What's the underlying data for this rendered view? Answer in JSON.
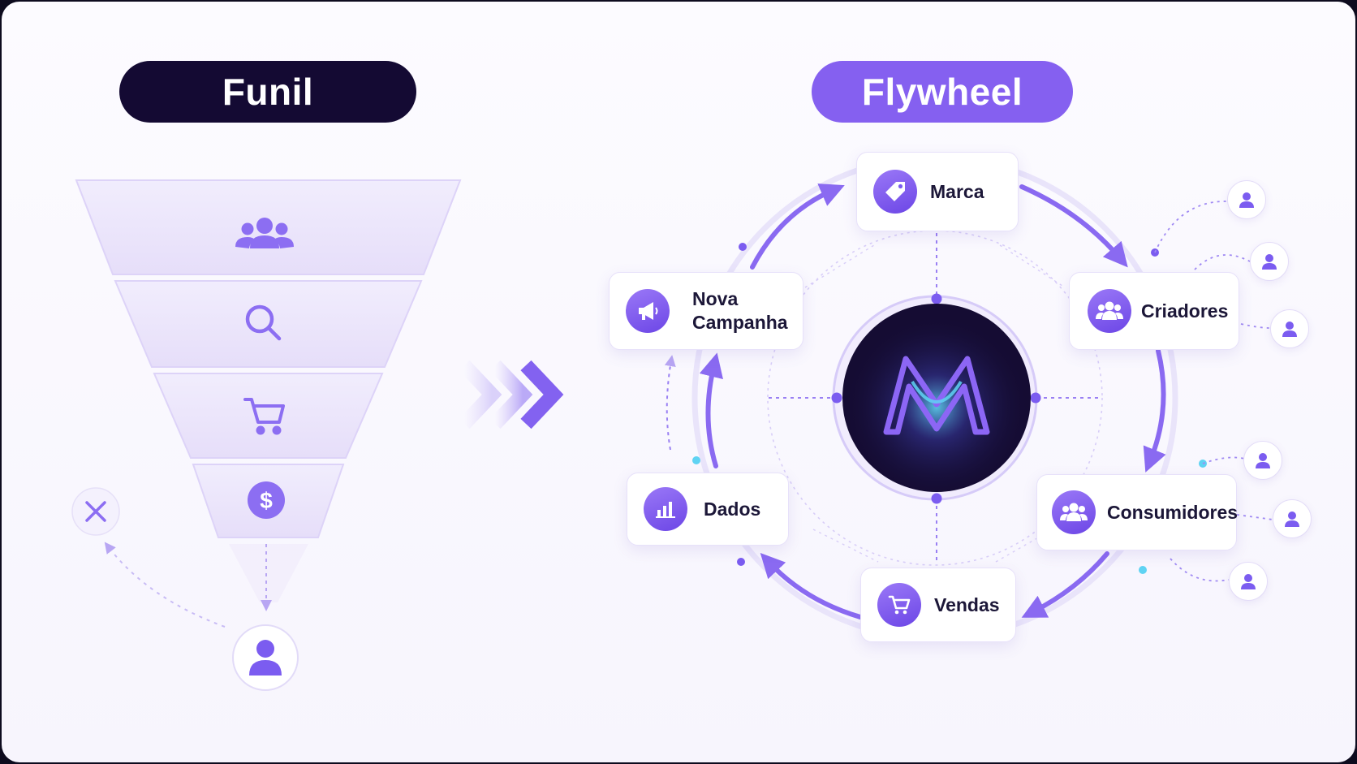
{
  "funnel": {
    "title": "Funil",
    "stages": [
      {
        "icon": "users-icon"
      },
      {
        "icon": "search-icon"
      },
      {
        "icon": "cart-icon"
      },
      {
        "icon": "dollar-icon"
      }
    ],
    "exit_icon": "close-icon",
    "end_icon": "person-icon"
  },
  "flywheel": {
    "title": "Flywheel",
    "center_icon": "m-logo-icon",
    "nodes": {
      "marca": {
        "label": "Marca",
        "icon": "tag-icon"
      },
      "criadores": {
        "label": "Criadores",
        "icon": "group-icon"
      },
      "consumidores": {
        "label": "Consumidores",
        "icon": "group-icon"
      },
      "vendas": {
        "label": "Vendas",
        "icon": "cart-icon"
      },
      "dados": {
        "label": "Dados",
        "icon": "bar-chart-icon"
      },
      "nova_campanha": {
        "label": "Nova\nCampanha",
        "icon": "megaphone-icon"
      }
    }
  },
  "colors": {
    "dark": "#140a33",
    "violet": "#8560f0",
    "accent": "#7b5cf0",
    "light_accent": "#c9baf8",
    "cyan_dot": "#5fd3f3"
  }
}
